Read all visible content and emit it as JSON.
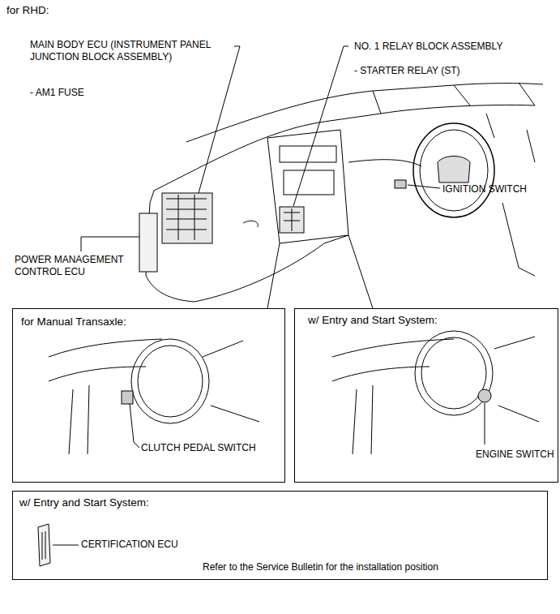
{
  "diagram": {
    "title": "for RHD:",
    "nodes": [
      {
        "text": [
          "for Manual Transaxle:",
          "CLUTCH PEDAL SWITCH"
        ]
      },
      {
        "text": [
          "w/ Entry and Start System:",
          "ENGINE SWITCH"
        ]
      },
      {
        "text": [
          "w/ Entry and Start System:",
          "CERTIFICATION ECU",
          "Refer to the Service Bulletin for the installation position"
        ]
      }
    ],
    "labels": [
      "MAIN BODY ECU (INSTRUMENT PANEL JUNCTION BLOCK ASSEMBLY)",
      "- AM1 FUSE",
      "NO. 1 RELAY BLOCK ASSEMBLY",
      "- STARTER RELAY (ST)",
      "IGNITION SWITCH",
      "POWER MANAGEMENT CONTROL ECU"
    ]
  }
}
